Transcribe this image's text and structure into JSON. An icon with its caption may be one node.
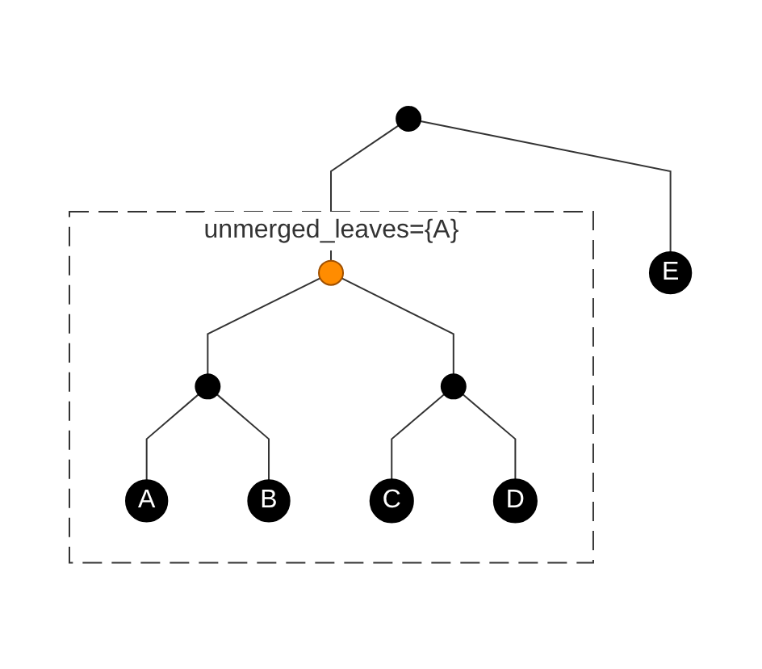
{
  "diagram": {
    "nodes": [
      {
        "text": [],
        "shape": "circle"
      },
      {
        "text": [
          "unmerged_leaves={A}"
        ]
      },
      {
        "text": [],
        "shape": "circle",
        "in": 1
      },
      {
        "text": [
          "E"
        ]
      },
      {
        "text": [],
        "shape": "circle",
        "in": 1
      },
      {
        "text": [],
        "shape": "circle",
        "in": 1
      },
      {
        "text": [
          "A"
        ],
        "in": 1
      },
      {
        "text": [
          "B"
        ],
        "in": 1
      },
      {
        "text": [
          "C"
        ],
        "in": 1
      },
      {
        "text": [
          "D"
        ],
        "in": 1
      }
    ],
    "edges": [
      {
        "from": 0,
        "to": 2,
        "arrow": "none"
      },
      {
        "from": 0,
        "to": 3,
        "arrow": "none"
      },
      {
        "from": 2,
        "to": 4,
        "arrow": "none"
      },
      {
        "from": 2,
        "to": 5,
        "arrow": "none"
      },
      {
        "from": 4,
        "to": 6,
        "arrow": "none"
      },
      {
        "from": 4,
        "to": 7,
        "arrow": "none"
      },
      {
        "from": 5,
        "to": 8,
        "arrow": "none"
      },
      {
        "from": 5,
        "to": 9,
        "arrow": "none"
      }
    ]
  }
}
